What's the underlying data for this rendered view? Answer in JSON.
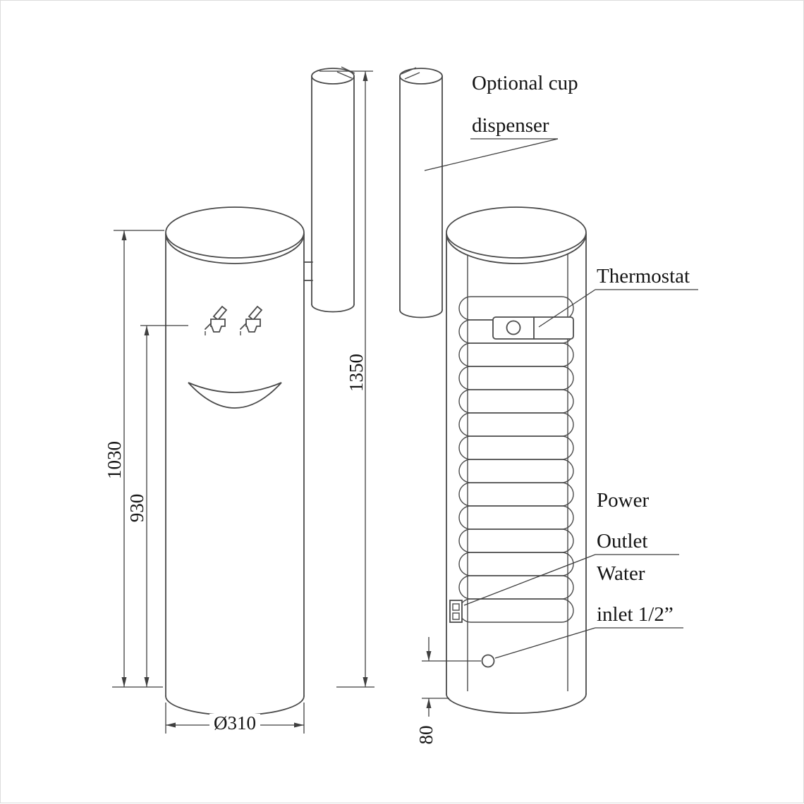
{
  "diagram": {
    "title": "water-dispenser-dimension-drawing",
    "labels": {
      "cup_dispenser_line1": "Optional cup",
      "cup_dispenser_line2": "dispenser",
      "thermostat": "Thermostat",
      "power_line1": "Power",
      "power_line2": "Outlet",
      "water_line1": "Water",
      "water_line2": "inlet 1/2”"
    },
    "dimensions": {
      "overall_height": "1030",
      "tap_height": "930",
      "dispenser_height": "1350",
      "base_diameter": "Ø310",
      "inlet_offset": "80"
    },
    "colors": {
      "line": "#4a4a4a",
      "text": "#141414",
      "background": "#ffffff"
    }
  }
}
